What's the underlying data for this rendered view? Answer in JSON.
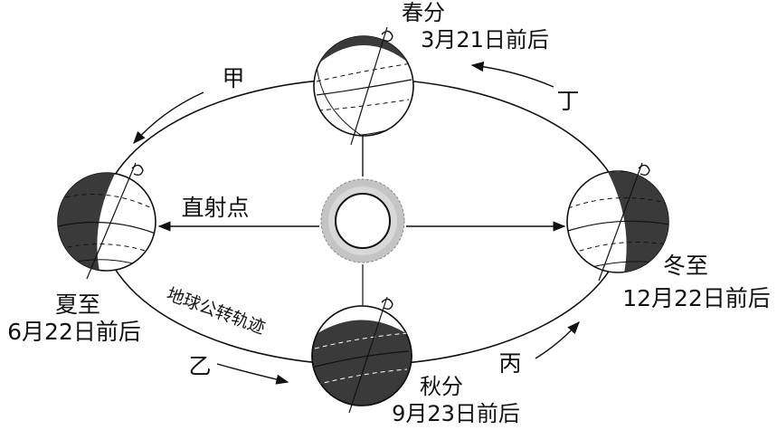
{
  "spring": {
    "name": "春分",
    "date": "3月21日前后"
  },
  "summer": {
    "name": "夏至",
    "date": "6月22日前后"
  },
  "autumn": {
    "name": "秋分",
    "date": "9月23日前后"
  },
  "winter": {
    "name": "冬至",
    "date": "12月22日前后"
  },
  "arrows": {
    "jia": "甲",
    "yi": "乙",
    "bing": "丙",
    "ding": "丁"
  },
  "subsolar_label": "直射点",
  "orbit_label": "地球公转轨迹",
  "colors": {
    "ink": "#111111",
    "night": "#3a3a3a",
    "sun_ring": "#9a9a9a"
  }
}
